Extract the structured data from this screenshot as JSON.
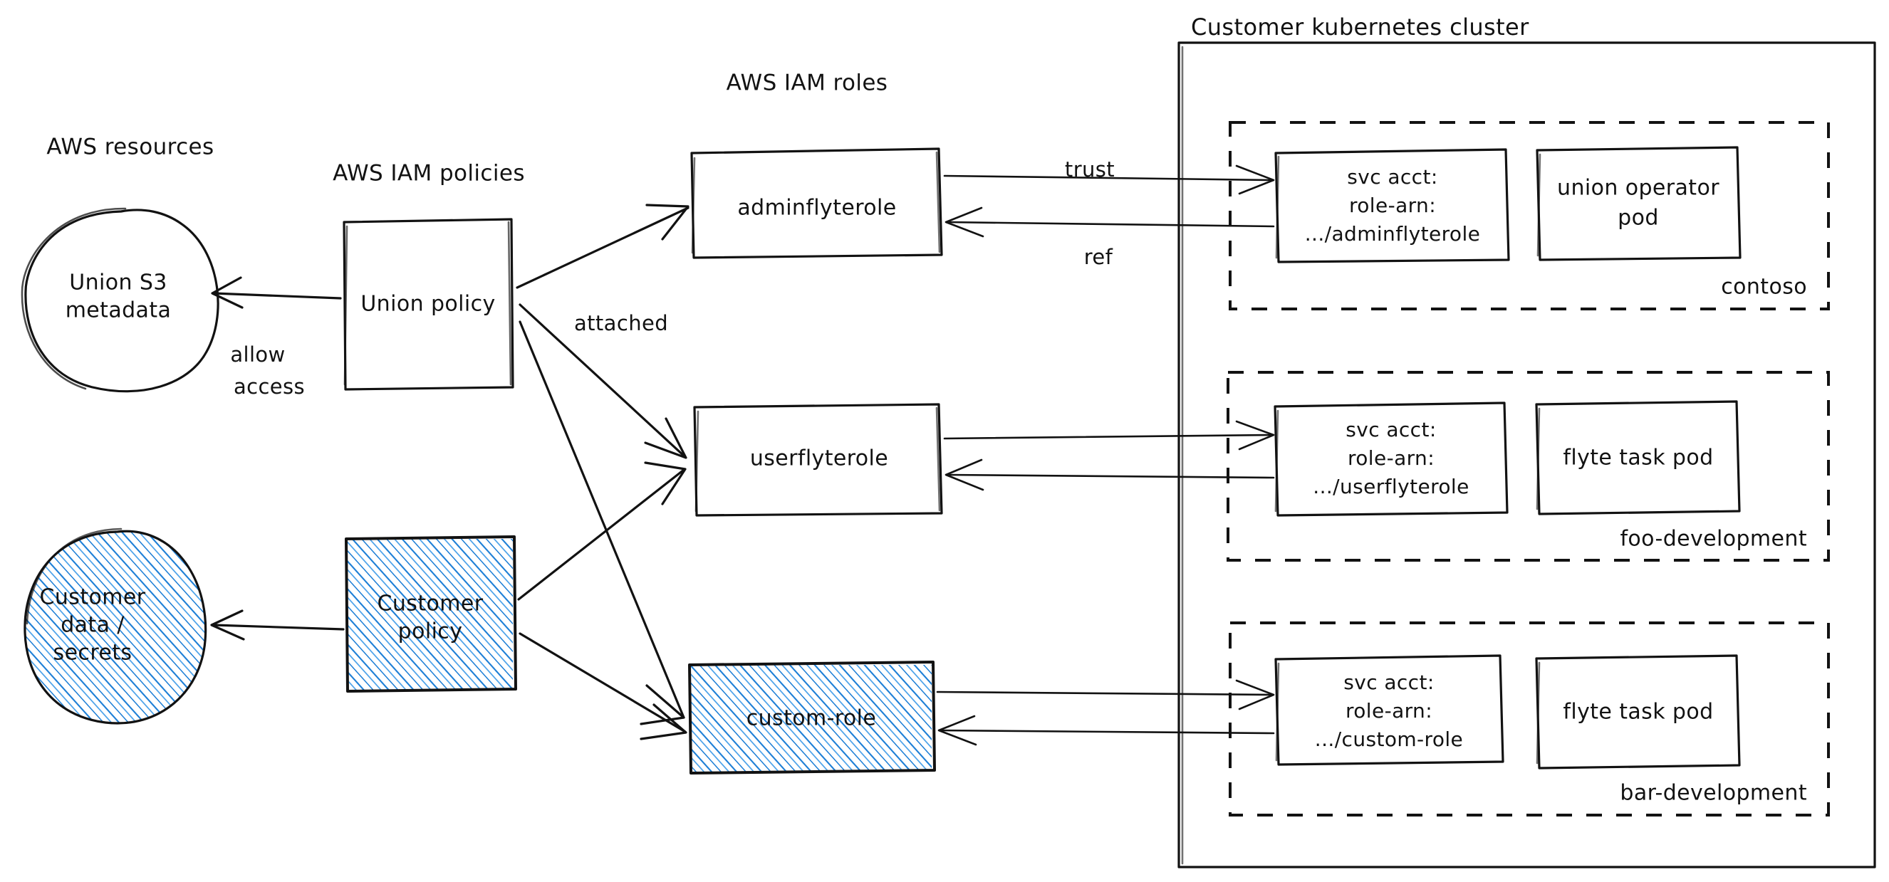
{
  "diagram": {
    "title": "AWS IAM roles and Kubernetes service account trust diagram",
    "colors": {
      "stroke": "#121212",
      "hatch_blue": "#1c7ed6",
      "background": "#ffffff"
    },
    "section_labels": {
      "aws_resources": "AWS resources",
      "aws_iam_policies": "AWS IAM policies",
      "aws_iam_roles": "AWS IAM roles",
      "customer_cluster": "Customer kubernetes cluster"
    },
    "resources": [
      {
        "id": "union-s3",
        "label_lines": [
          "Union S3",
          "metadata"
        ],
        "shape": "ellipse",
        "filled": false
      },
      {
        "id": "customer-data",
        "label_lines": [
          "Customer",
          "data /",
          "secrets"
        ],
        "shape": "ellipse",
        "filled": true
      }
    ],
    "policies": [
      {
        "id": "union-policy",
        "label_lines": [
          "Union policy"
        ],
        "shape": "rect",
        "filled": false
      },
      {
        "id": "customer-policy",
        "label_lines": [
          "Customer",
          "policy"
        ],
        "shape": "rect",
        "filled": true
      }
    ],
    "roles": [
      {
        "id": "adminflyterole",
        "label_lines": [
          "adminflyterole"
        ],
        "filled": false
      },
      {
        "id": "userflyterole",
        "label_lines": [
          "userflyterole"
        ],
        "filled": false
      },
      {
        "id": "custom-role",
        "label_lines": [
          "custom-role"
        ],
        "filled": true
      }
    ],
    "namespaces": [
      {
        "id": "contoso",
        "name": "contoso",
        "service_account": {
          "label_lines": [
            "svc acct:",
            "role-arn:",
            ".../adminflyterole"
          ]
        },
        "pod": {
          "label_lines": [
            "union operator",
            "pod"
          ]
        }
      },
      {
        "id": "foo-development",
        "name": "foo-development",
        "service_account": {
          "label_lines": [
            "svc acct:",
            "role-arn:",
            ".../userflyterole"
          ]
        },
        "pod": {
          "label_lines": [
            "flyte task pod"
          ]
        }
      },
      {
        "id": "bar-development",
        "name": "bar-development",
        "service_account": {
          "label_lines": [
            "svc acct:",
            "role-arn:",
            ".../custom-role"
          ]
        },
        "pod": {
          "label_lines": [
            "flyte task pod"
          ]
        }
      }
    ],
    "edge_labels": {
      "allow_access_line1": "allow",
      "allow_access_line2": "access",
      "attached": "attached",
      "trust": "trust",
      "ref": "ref"
    }
  }
}
